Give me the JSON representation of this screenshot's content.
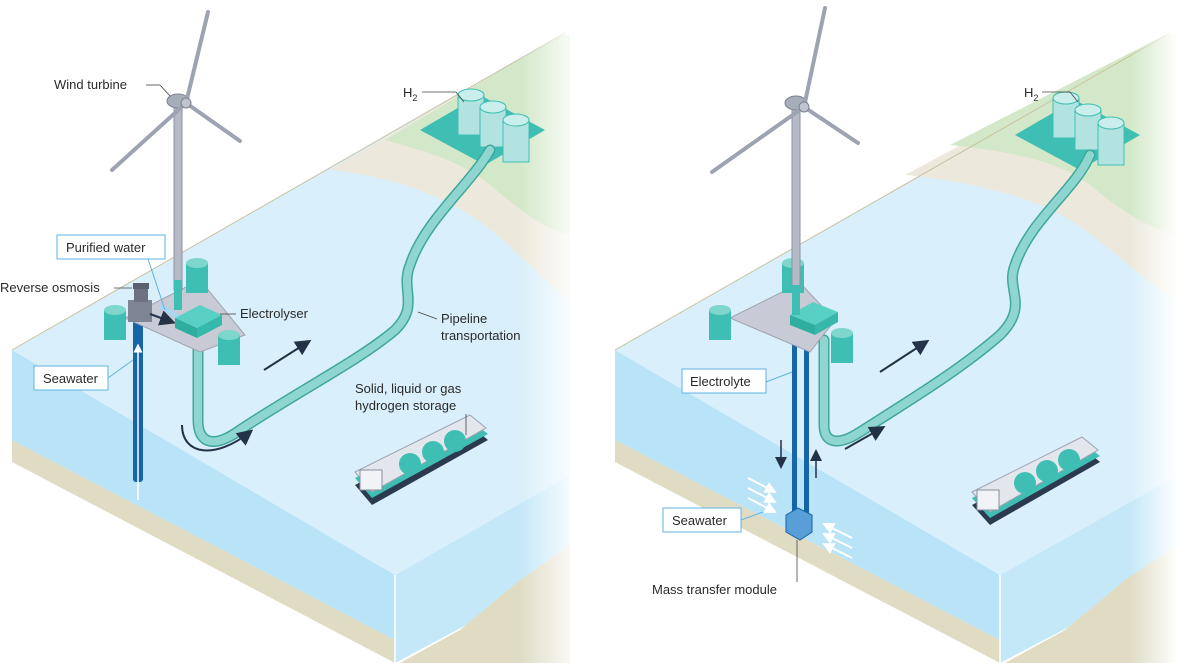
{
  "diagram": {
    "title": "Offshore wind-powered hydrogen production: indirect vs direct seawater electrolysis",
    "colors": {
      "sea_top": "#d9effb",
      "sea_side": "#b9e3f7",
      "seabed": "#e0dcc4",
      "land_green": "#d3e8c8",
      "land_sand": "#ece9dc",
      "teal": "#3fbfb3",
      "teal_light": "#a9e0dd",
      "pipe_blue": "#1565a8",
      "platform": "#c8cbd6",
      "arrow_dark": "#243247",
      "label_border": "#5fb3e0"
    },
    "left_panel": {
      "labels": {
        "wind_turbine": "Wind turbine",
        "purified_water": "Purified water",
        "reverse_osmosis": "Reverse osmosis",
        "electrolyser": "Electrolyser",
        "seawater": "Seawater",
        "pipeline": [
          "Pipeline",
          "transportation"
        ],
        "storage": [
          "Solid, liquid or gas",
          "hydrogen storage"
        ],
        "h2": "H",
        "h2_sub": "2"
      }
    },
    "right_panel": {
      "labels": {
        "electrolyte": "Electrolyte",
        "seawater": "Seawater",
        "mass_transfer": "Mass transfer module",
        "h2": "H",
        "h2_sub": "2"
      }
    }
  }
}
